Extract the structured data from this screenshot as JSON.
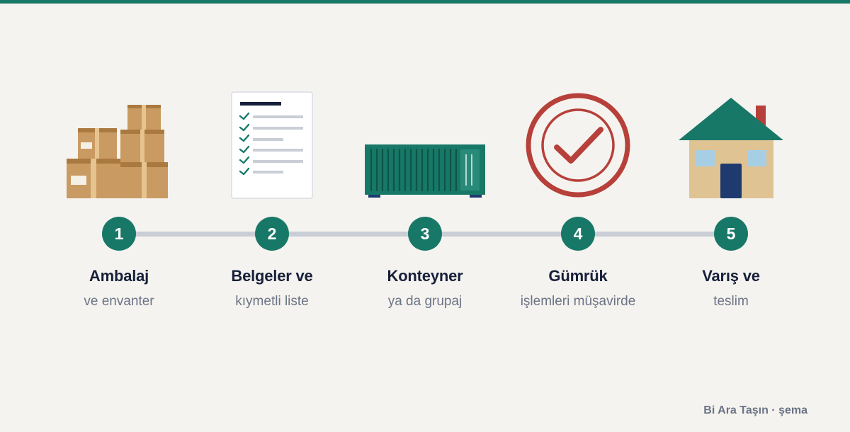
{
  "steps": [
    {
      "number": "1",
      "title": "Ambalaj",
      "subtitle": "ve envanter",
      "icon": "boxes-icon"
    },
    {
      "number": "2",
      "title": "Belgeler ve",
      "subtitle": "kıymetli liste",
      "icon": "checklist-icon"
    },
    {
      "number": "3",
      "title": "Konteyner",
      "subtitle": "ya da grupaj",
      "icon": "container-icon"
    },
    {
      "number": "4",
      "title": "Gümrük",
      "subtitle": "işlemleri müşavirde",
      "icon": "check-seal-icon"
    },
    {
      "number": "5",
      "title": "Varış ve",
      "subtitle": "teslim",
      "icon": "house-icon"
    }
  ],
  "footer": {
    "credit": "Bi Ara Taşın · şema"
  },
  "colors": {
    "accent": "#187868",
    "text": "#17203a",
    "muted": "#6b7486",
    "background": "#f5f3ef",
    "seal": "#b7403a",
    "box": "#c99a62",
    "track": "#c9ced6"
  }
}
